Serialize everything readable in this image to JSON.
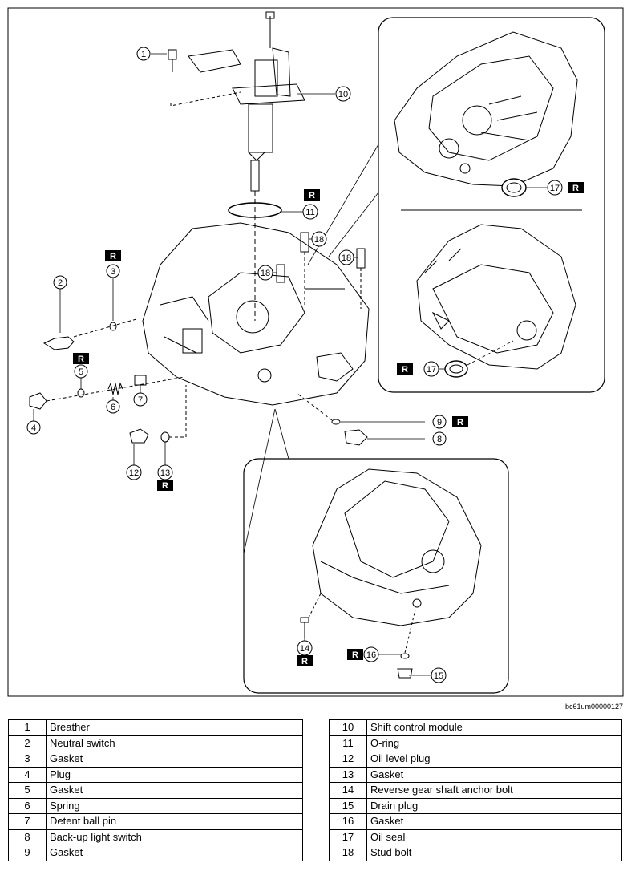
{
  "figure": {
    "reference_code": "bc61um00000127",
    "replace_marker": "R",
    "callouts": [
      "1",
      "2",
      "3",
      "4",
      "5",
      "6",
      "7",
      "8",
      "9",
      "10",
      "11",
      "12",
      "13",
      "14",
      "15",
      "16",
      "17",
      "18"
    ]
  },
  "parts": [
    {
      "no": "1",
      "name": "Breather"
    },
    {
      "no": "2",
      "name": "Neutral switch"
    },
    {
      "no": "3",
      "name": "Gasket"
    },
    {
      "no": "4",
      "name": "Plug"
    },
    {
      "no": "5",
      "name": "Gasket"
    },
    {
      "no": "6",
      "name": "Spring"
    },
    {
      "no": "7",
      "name": "Detent ball pin"
    },
    {
      "no": "8",
      "name": "Back-up light switch"
    },
    {
      "no": "9",
      "name": "Gasket"
    },
    {
      "no": "10",
      "name": "Shift control module"
    },
    {
      "no": "11",
      "name": "O-ring"
    },
    {
      "no": "12",
      "name": "Oil level plug"
    },
    {
      "no": "13",
      "name": "Gasket"
    },
    {
      "no": "14",
      "name": "Reverse gear shaft anchor bolt"
    },
    {
      "no": "15",
      "name": "Drain plug"
    },
    {
      "no": "16",
      "name": "Gasket"
    },
    {
      "no": "17",
      "name": "Oil seal"
    },
    {
      "no": "18",
      "name": "Stud bolt"
    }
  ]
}
